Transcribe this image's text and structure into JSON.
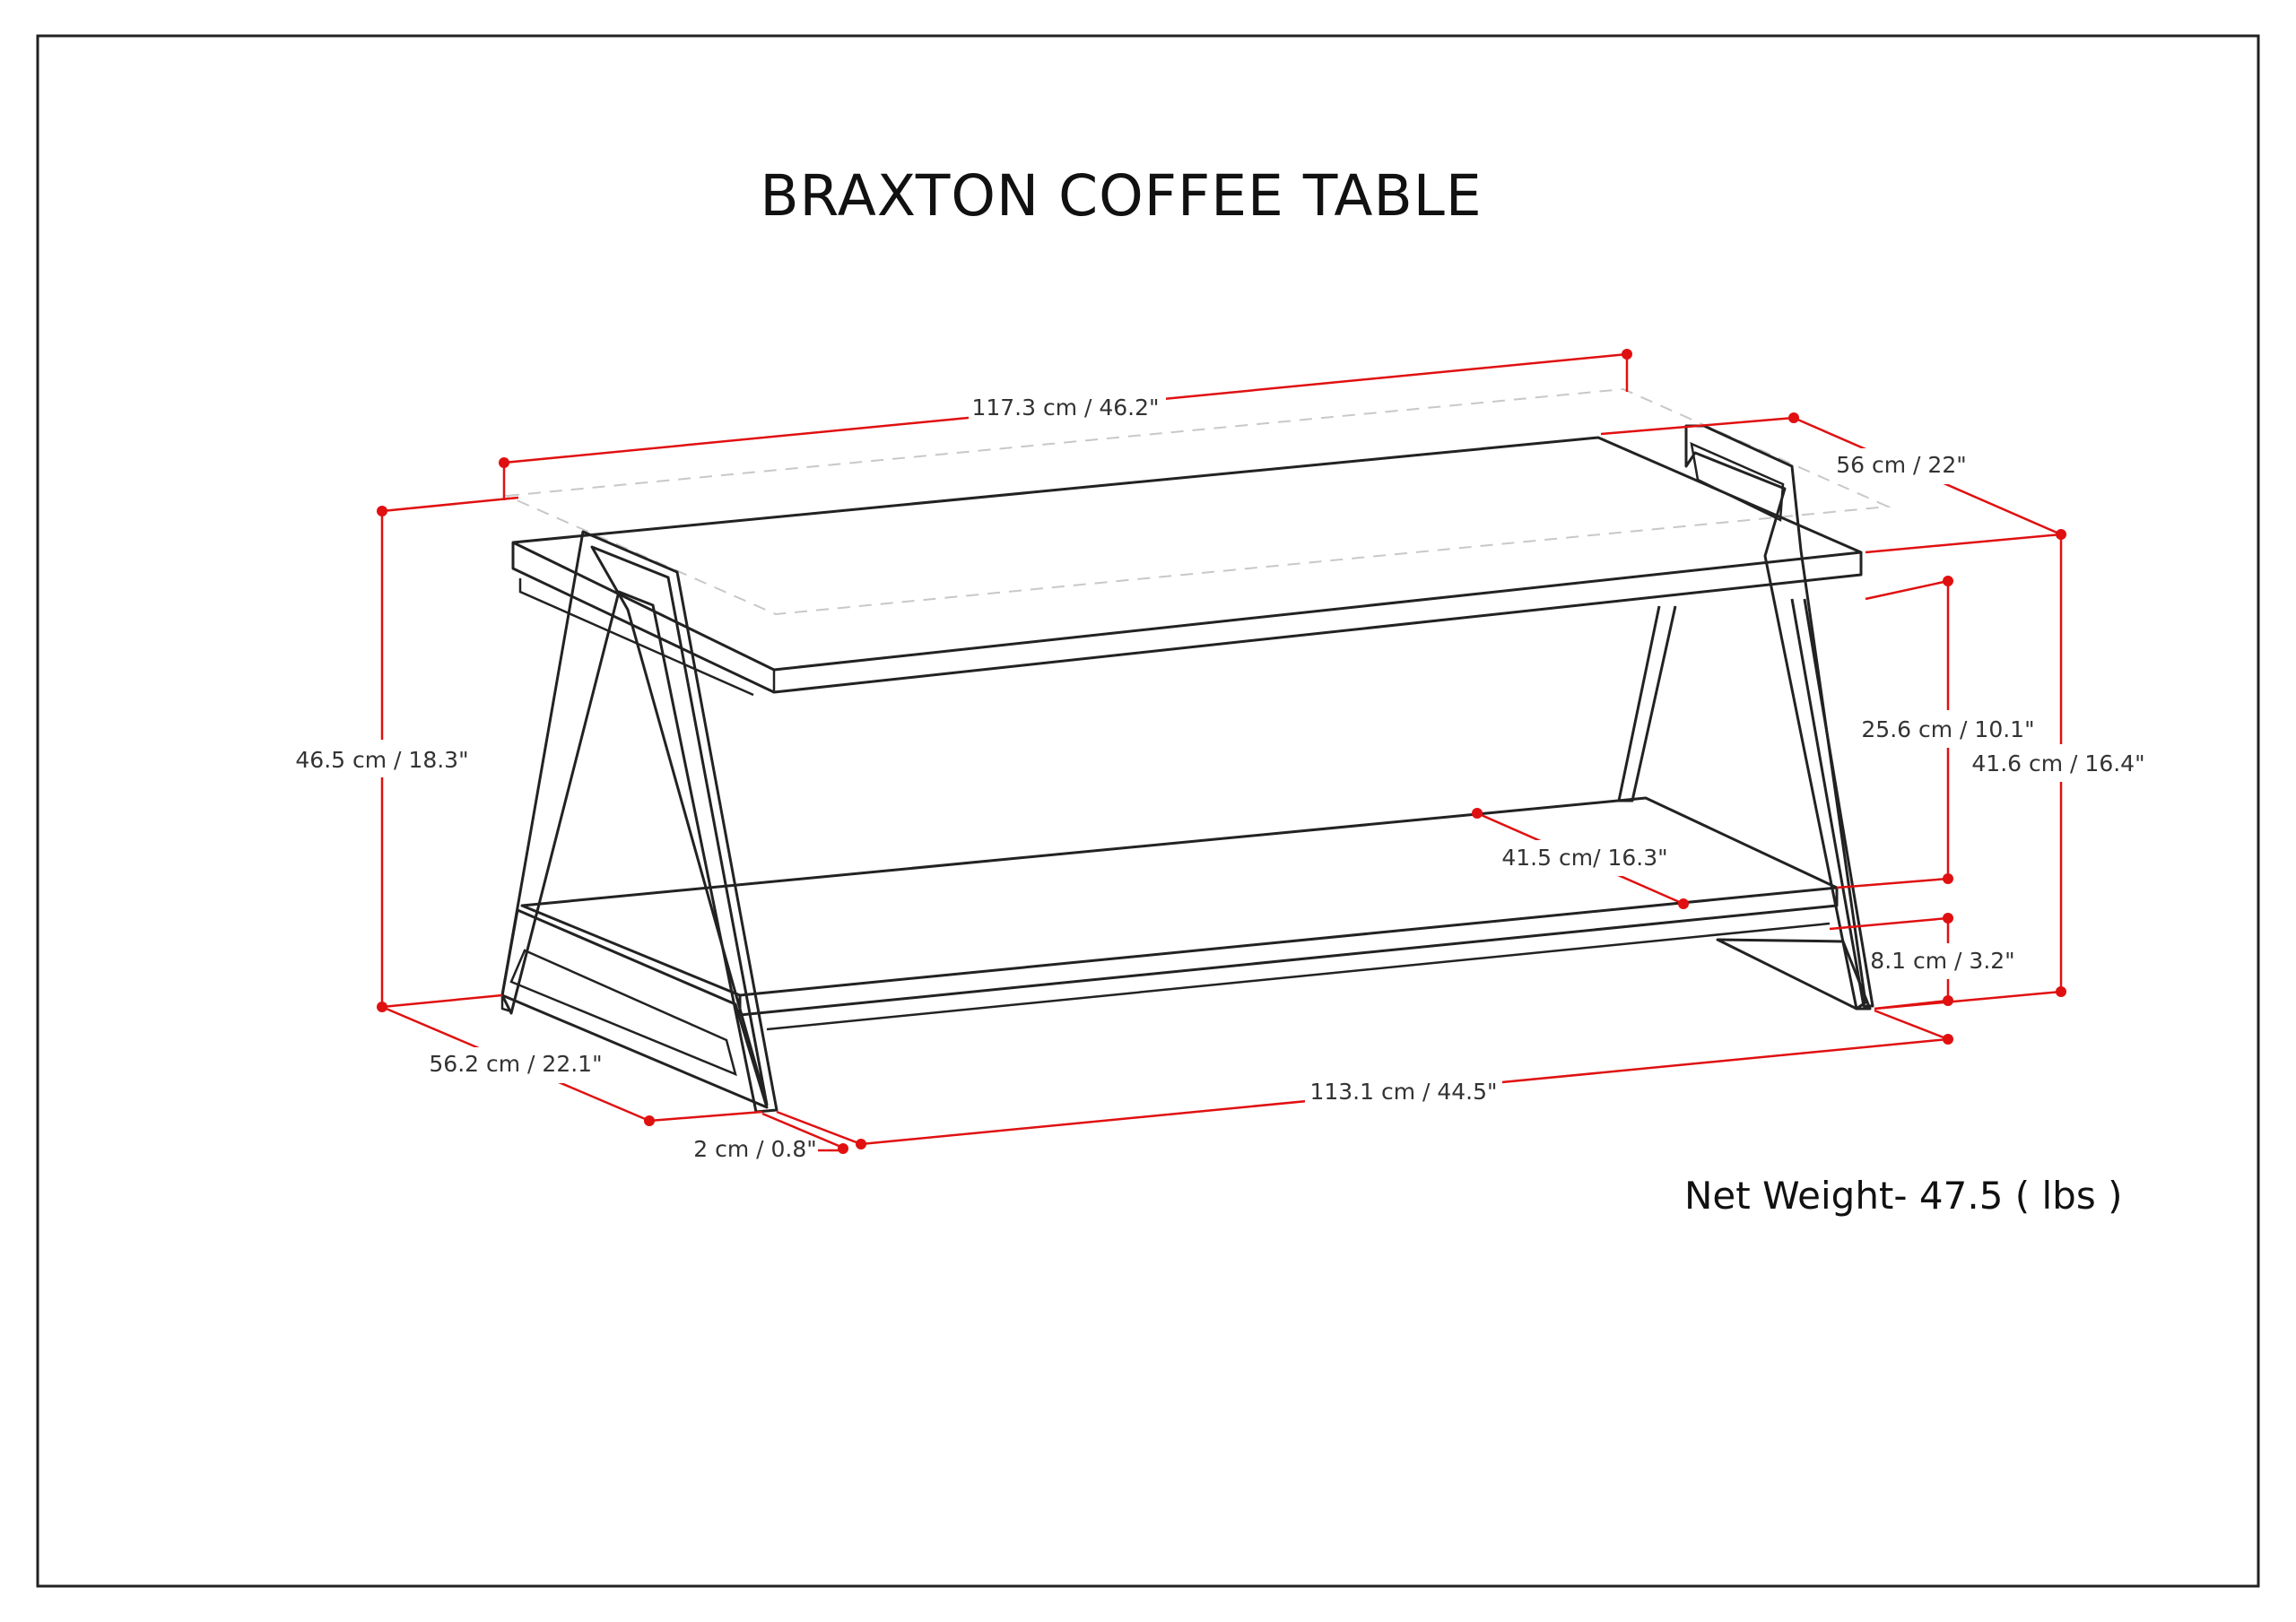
{
  "title": "BRAXTON COFFEE TABLE",
  "net_weight": "Net Weight- 47.5 ( lbs )",
  "dimensions": {
    "top_length": "117.3 cm / 46.2\"",
    "top_depth": "56 cm / 22\"",
    "overall_height": "46.5 cm / 18.3\"",
    "right_height": "41.6 cm / 16.4\"",
    "shelf_clearance": "25.6 cm / 10.1\"",
    "shelf_depth": "41.5 cm/ 16.3\"",
    "shelf_height": "8.1 cm / 3.2\"",
    "base_depth": "56.2 cm / 22.1\"",
    "leg_width": "2 cm / 0.8\"",
    "base_length": "113.1 cm / 44.5\""
  },
  "colors": {
    "dimension_lines": "#e01010",
    "frame_lines": "#222222",
    "border": "#222222"
  }
}
